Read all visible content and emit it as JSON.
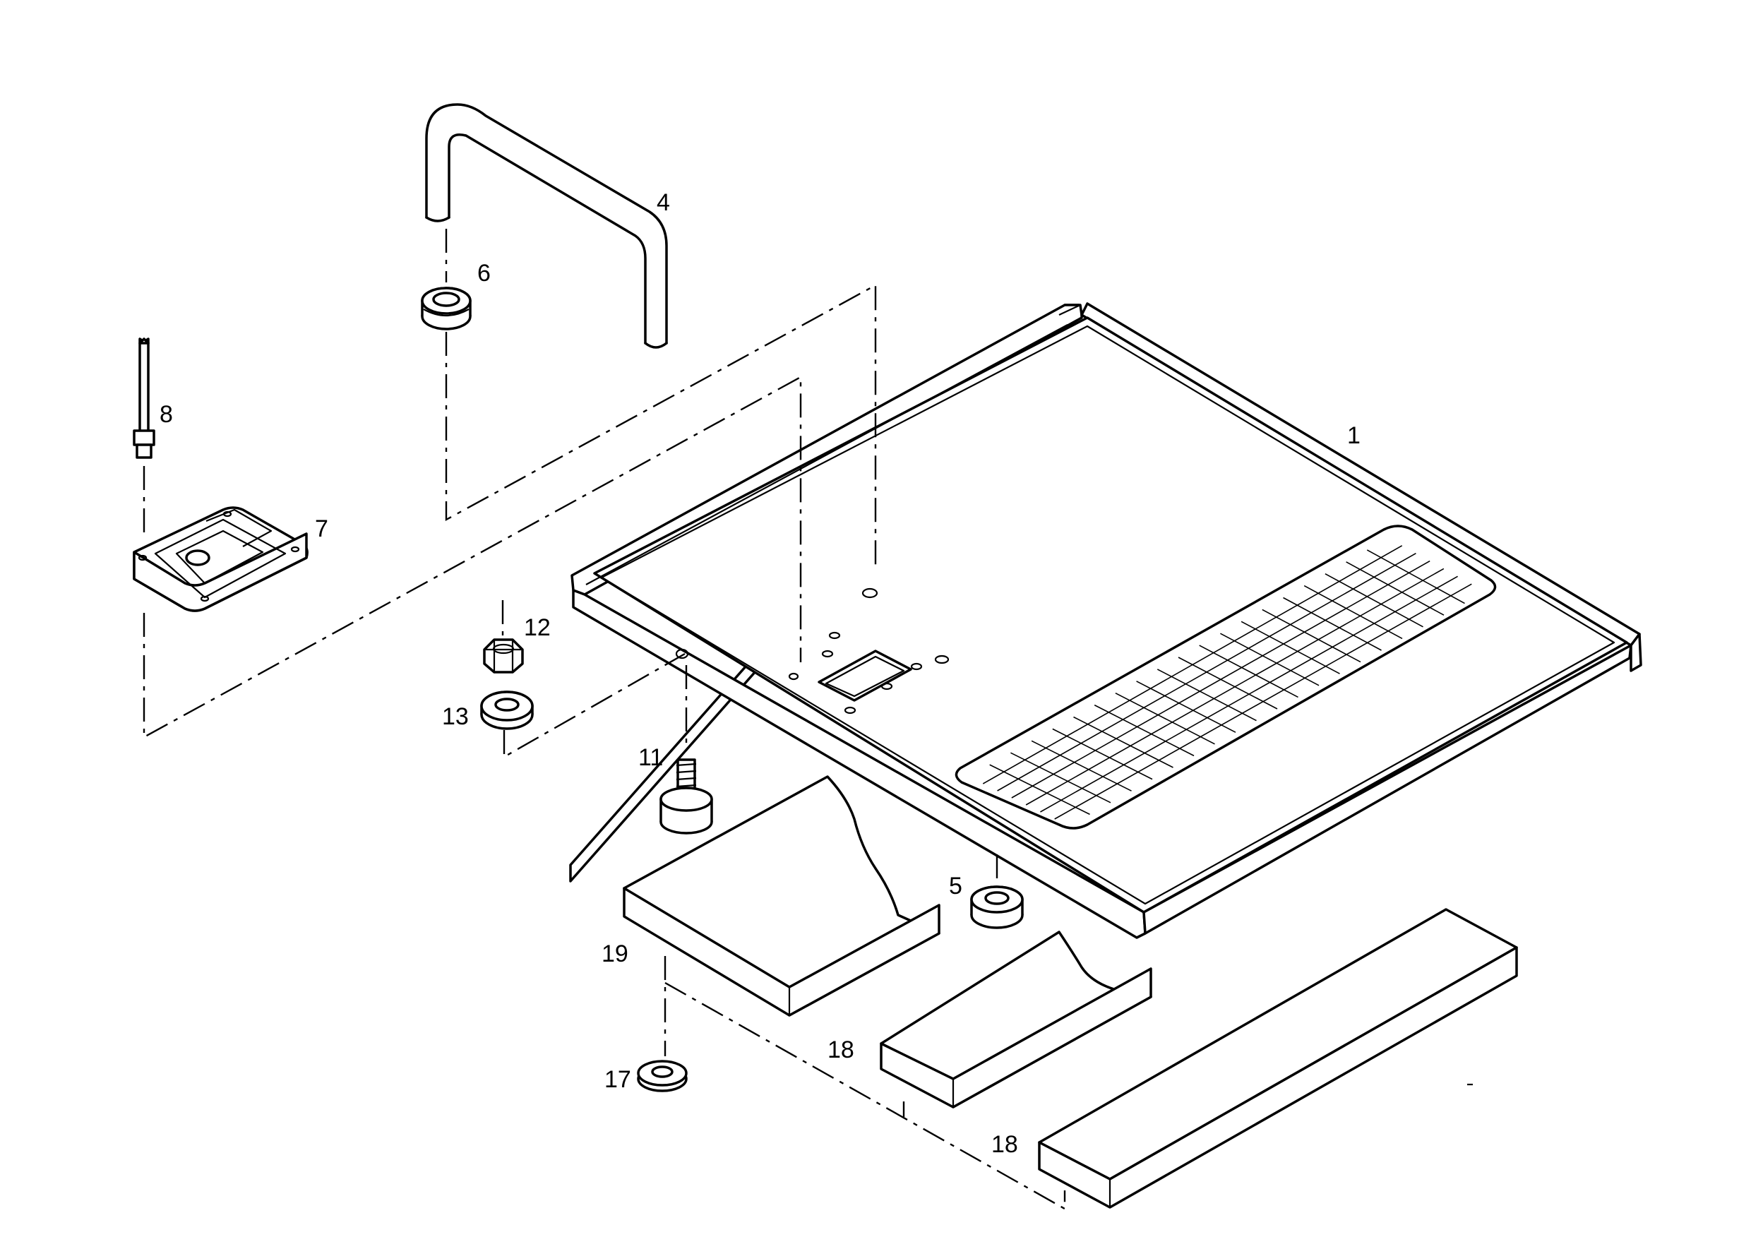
{
  "labels": {
    "p1": "1",
    "p4": "4",
    "p5": "5",
    "p6": "6",
    "p7": "7",
    "p8": "8",
    "p11": "11",
    "p12": "12",
    "p13": "13",
    "p17": "17",
    "p18a": "18",
    "p18b": "18",
    "p19": "19"
  }
}
